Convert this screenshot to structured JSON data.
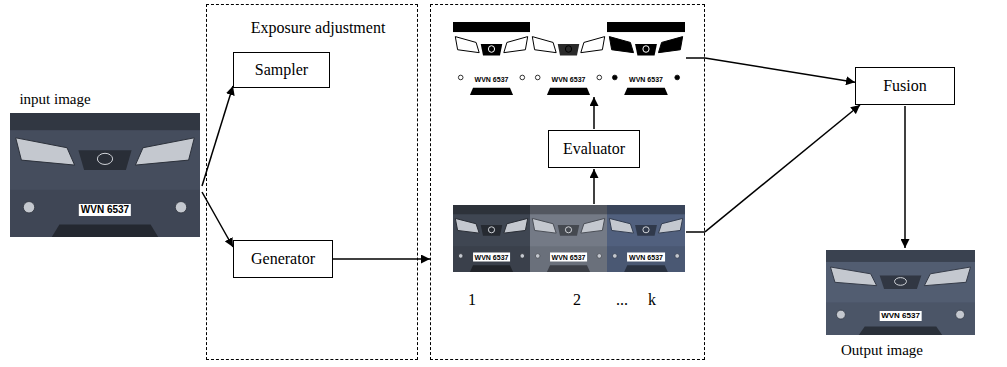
{
  "diagram": {
    "nodes": [
      {
        "text": [
          "Exposure adjustment"
        ]
      },
      {
        "text": [
          "Sampler"
        ],
        "in": 0
      },
      {
        "text": [
          "Generator"
        ],
        "in": 0
      },
      {
        "text": [
          "1",
          "2",
          "...",
          "k"
        ]
      },
      {
        "text": [
          "Evaluator"
        ],
        "in": 3
      },
      {
        "text": [
          "Fusion"
        ]
      }
    ],
    "edges": [
      {
        "from": 2,
        "to": 3,
        "arrow": "to"
      },
      {
        "from": 3,
        "to": 5,
        "arrow": "to"
      },
      {
        "from": 3,
        "to": 5,
        "arrow": "to"
      }
    ],
    "labels": [
      "input image",
      "WVN 6537",
      "WVN 6537",
      "WVN 6537",
      "WVN 6537",
      "WVN 6537",
      "WVN 6537",
      "WVN 6537",
      "Output image",
      "WVN 6537"
    ]
  }
}
